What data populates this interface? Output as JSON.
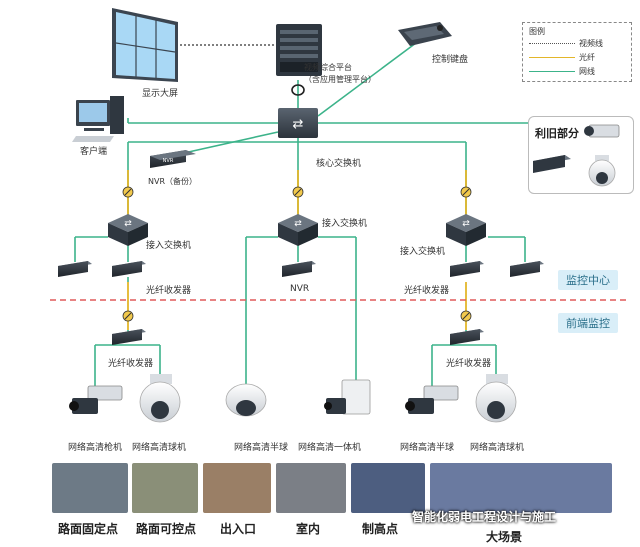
{
  "labels": {
    "display_wall": "显示大屏",
    "video_platform_line1": "视频综合平台",
    "video_platform_line2": "（含应用管理平台）",
    "control_keyboard": "控制键盘",
    "client": "客户端",
    "core_switch": "核心交换机",
    "nvr_backup": "NVR（备份）",
    "nvr_small": "NVR",
    "access_switch": "接入交换机",
    "nvr": "NVR",
    "fiber_transceiver": "光纤收发器",
    "retrofit_part": "利旧部分",
    "legend_title": "图例",
    "legend_video": "视频线",
    "legend_fiber": "光纤",
    "legend_network": "网线"
  },
  "zones": {
    "monitor_center": "监控中心",
    "front_end": "前端监控"
  },
  "cameras": {
    "hd_gun": "网络高清枪机",
    "hd_dome": "网络高清球机",
    "hd_half_dome": "网络高清半球",
    "hd_integrated": "网络高清一体机",
    "hd_gun_right": "网络高清半球"
  },
  "photos": [
    {
      "label": "路面固定点",
      "color": "#6d7a86"
    },
    {
      "label": "路面可控点",
      "color": "#8a8f78"
    },
    {
      "label": "出入口",
      "color": "#9a7f66"
    },
    {
      "label": "室内",
      "color": "#7b7f86"
    },
    {
      "label": "制高点",
      "color": "#4d5e80"
    },
    {
      "label": "大场景",
      "color": "#6a7aa0"
    }
  ],
  "watermark": "智能化弱电工程设计与施工",
  "colors": {
    "network": "#3cb38a",
    "fiber": "#e3b62a",
    "video": "#555555",
    "divider": "#e05a5a"
  }
}
